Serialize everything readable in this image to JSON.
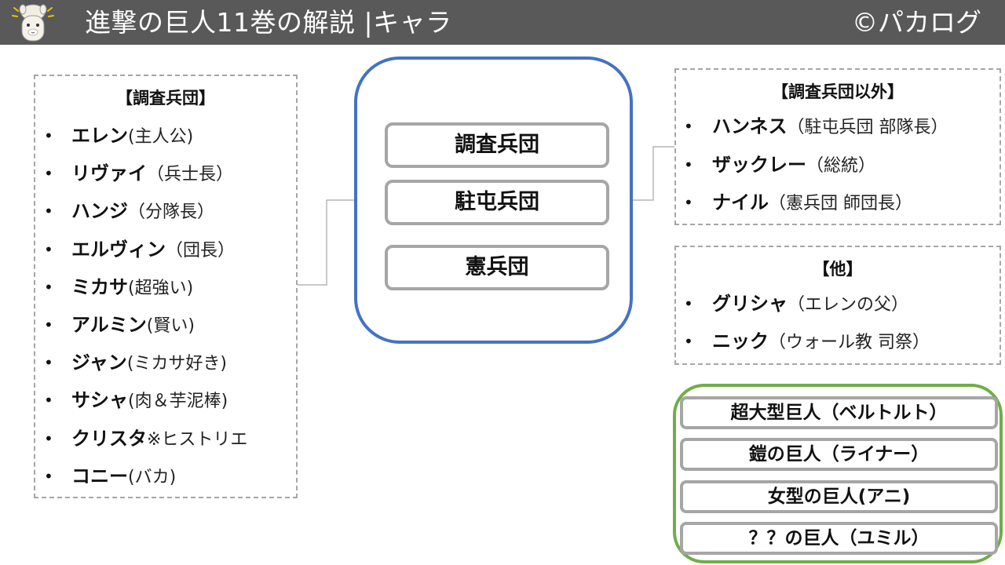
{
  "header": {
    "title": "進撃の巨人11巻の解説 |キャラ",
    "brand": "©パカログ",
    "icon": "alpaca-mascot-icon",
    "background_color": "#595959"
  },
  "survey_corps_box": {
    "heading": "【調査兵団】",
    "bullet": "•",
    "characters": [
      {
        "name": "エレン",
        "note": "(主人公)"
      },
      {
        "name": "リヴァイ",
        "note": "（兵士長）"
      },
      {
        "name": "ハンジ",
        "note": "（分隊長）"
      },
      {
        "name": "エルヴィン",
        "note": "（団長）"
      },
      {
        "name": "ミカサ",
        "note": "(超強い)"
      },
      {
        "name": "アルミン",
        "note": "(賢い)"
      },
      {
        "name": "ジャン",
        "note": "(ミカサ好き)"
      },
      {
        "name": "サシャ",
        "note": "(肉＆芋泥棒)"
      },
      {
        "name": "クリスタ",
        "note": " ※ヒストリエ"
      },
      {
        "name": "コニー",
        "note": "(バカ)"
      }
    ]
  },
  "center": {
    "frame_color": "#4472c4",
    "pills": [
      "調査兵団",
      "駐屯兵団",
      "憲兵団"
    ]
  },
  "others_box": {
    "heading": "【調査兵団以外】",
    "bullet": "•",
    "characters": [
      {
        "name": "ハンネス",
        "note": "（駐屯兵団 部隊長）"
      },
      {
        "name": "ザックレー",
        "note": "（総統）"
      },
      {
        "name": "ナイル",
        "note": "（憲兵団 師団長）"
      }
    ]
  },
  "misc_box": {
    "heading": "【他】",
    "bullet": "•",
    "characters": [
      {
        "name": "グリシャ",
        "note": "（エレンの父）"
      },
      {
        "name": "ニック",
        "note": "（ウォール教 司祭）"
      }
    ]
  },
  "titans": {
    "frame_color": "#70ad47",
    "items": [
      "超大型巨人（ベルトルト）",
      "鎧の巨人（ライナー）",
      "女型の巨人(アニ)",
      "？？の巨人（ユミル）"
    ]
  }
}
